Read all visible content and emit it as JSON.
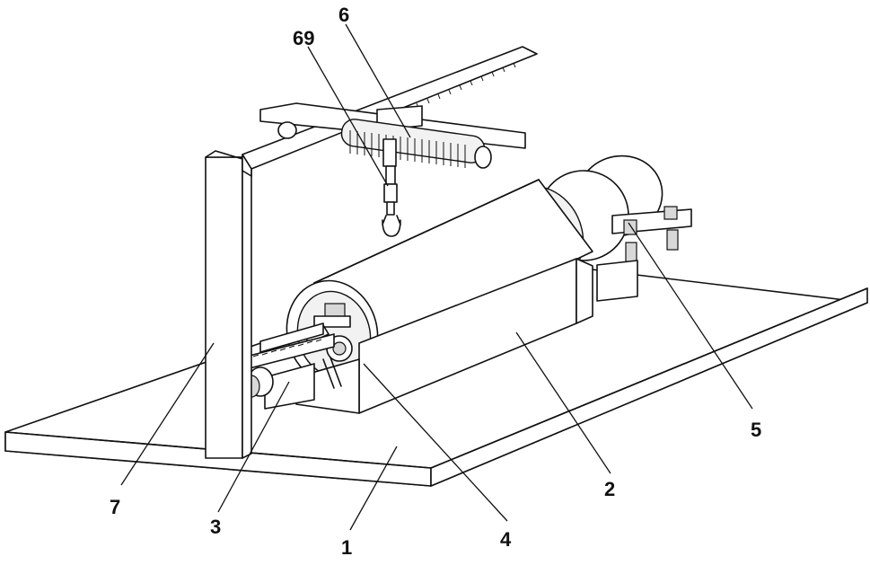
{
  "labels": {
    "l1": "1",
    "l2": "2",
    "l3": "3",
    "l4": "4",
    "l5": "5",
    "l6": "6",
    "l7": "7",
    "l69": "69"
  }
}
